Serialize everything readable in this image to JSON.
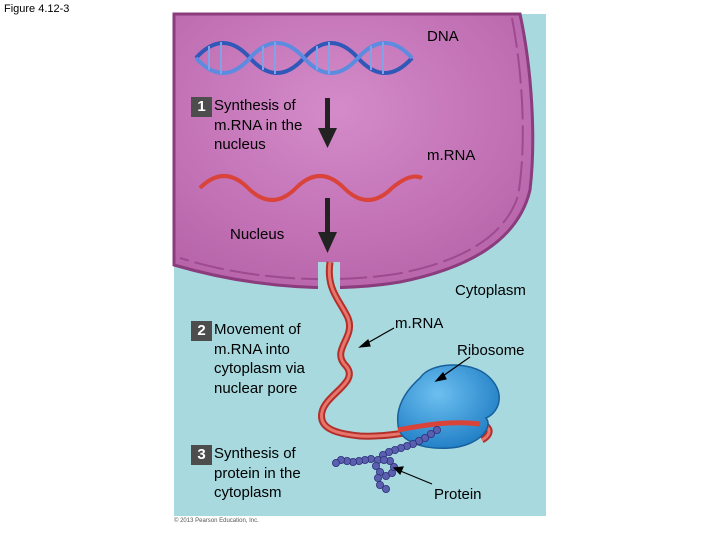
{
  "figure_title": "Figure 4.12-3",
  "labels": {
    "dna": "DNA",
    "mrna_nucleus": "m.RNA",
    "nucleus": "Nucleus",
    "cytoplasm": "Cytoplasm",
    "mrna_cytoplasm": "m.RNA",
    "ribosome": "Ribosome",
    "protein": "Protein"
  },
  "steps": [
    {
      "number": "1",
      "lines": [
        "Synthesis of",
        "m.RNA in the",
        "nucleus"
      ]
    },
    {
      "number": "2",
      "lines": [
        "Movement of",
        "m.RNA into",
        "cytoplasm via",
        "nuclear pore"
      ]
    },
    {
      "number": "3",
      "lines": [
        "Synthesis of",
        "protein in the",
        "cytoplasm"
      ]
    }
  ],
  "copyright": "© 2013 Pearson Education, Inc.",
  "colors": {
    "cytoplasm_bg": "#a7d9df",
    "nucleus_fill": "#c675b8",
    "dna_blue": "#3a67c4",
    "mrna_red": "#d9433a",
    "ribosome_blue": "#2a8fd4",
    "protein_bead": "#5b5fb0"
  }
}
